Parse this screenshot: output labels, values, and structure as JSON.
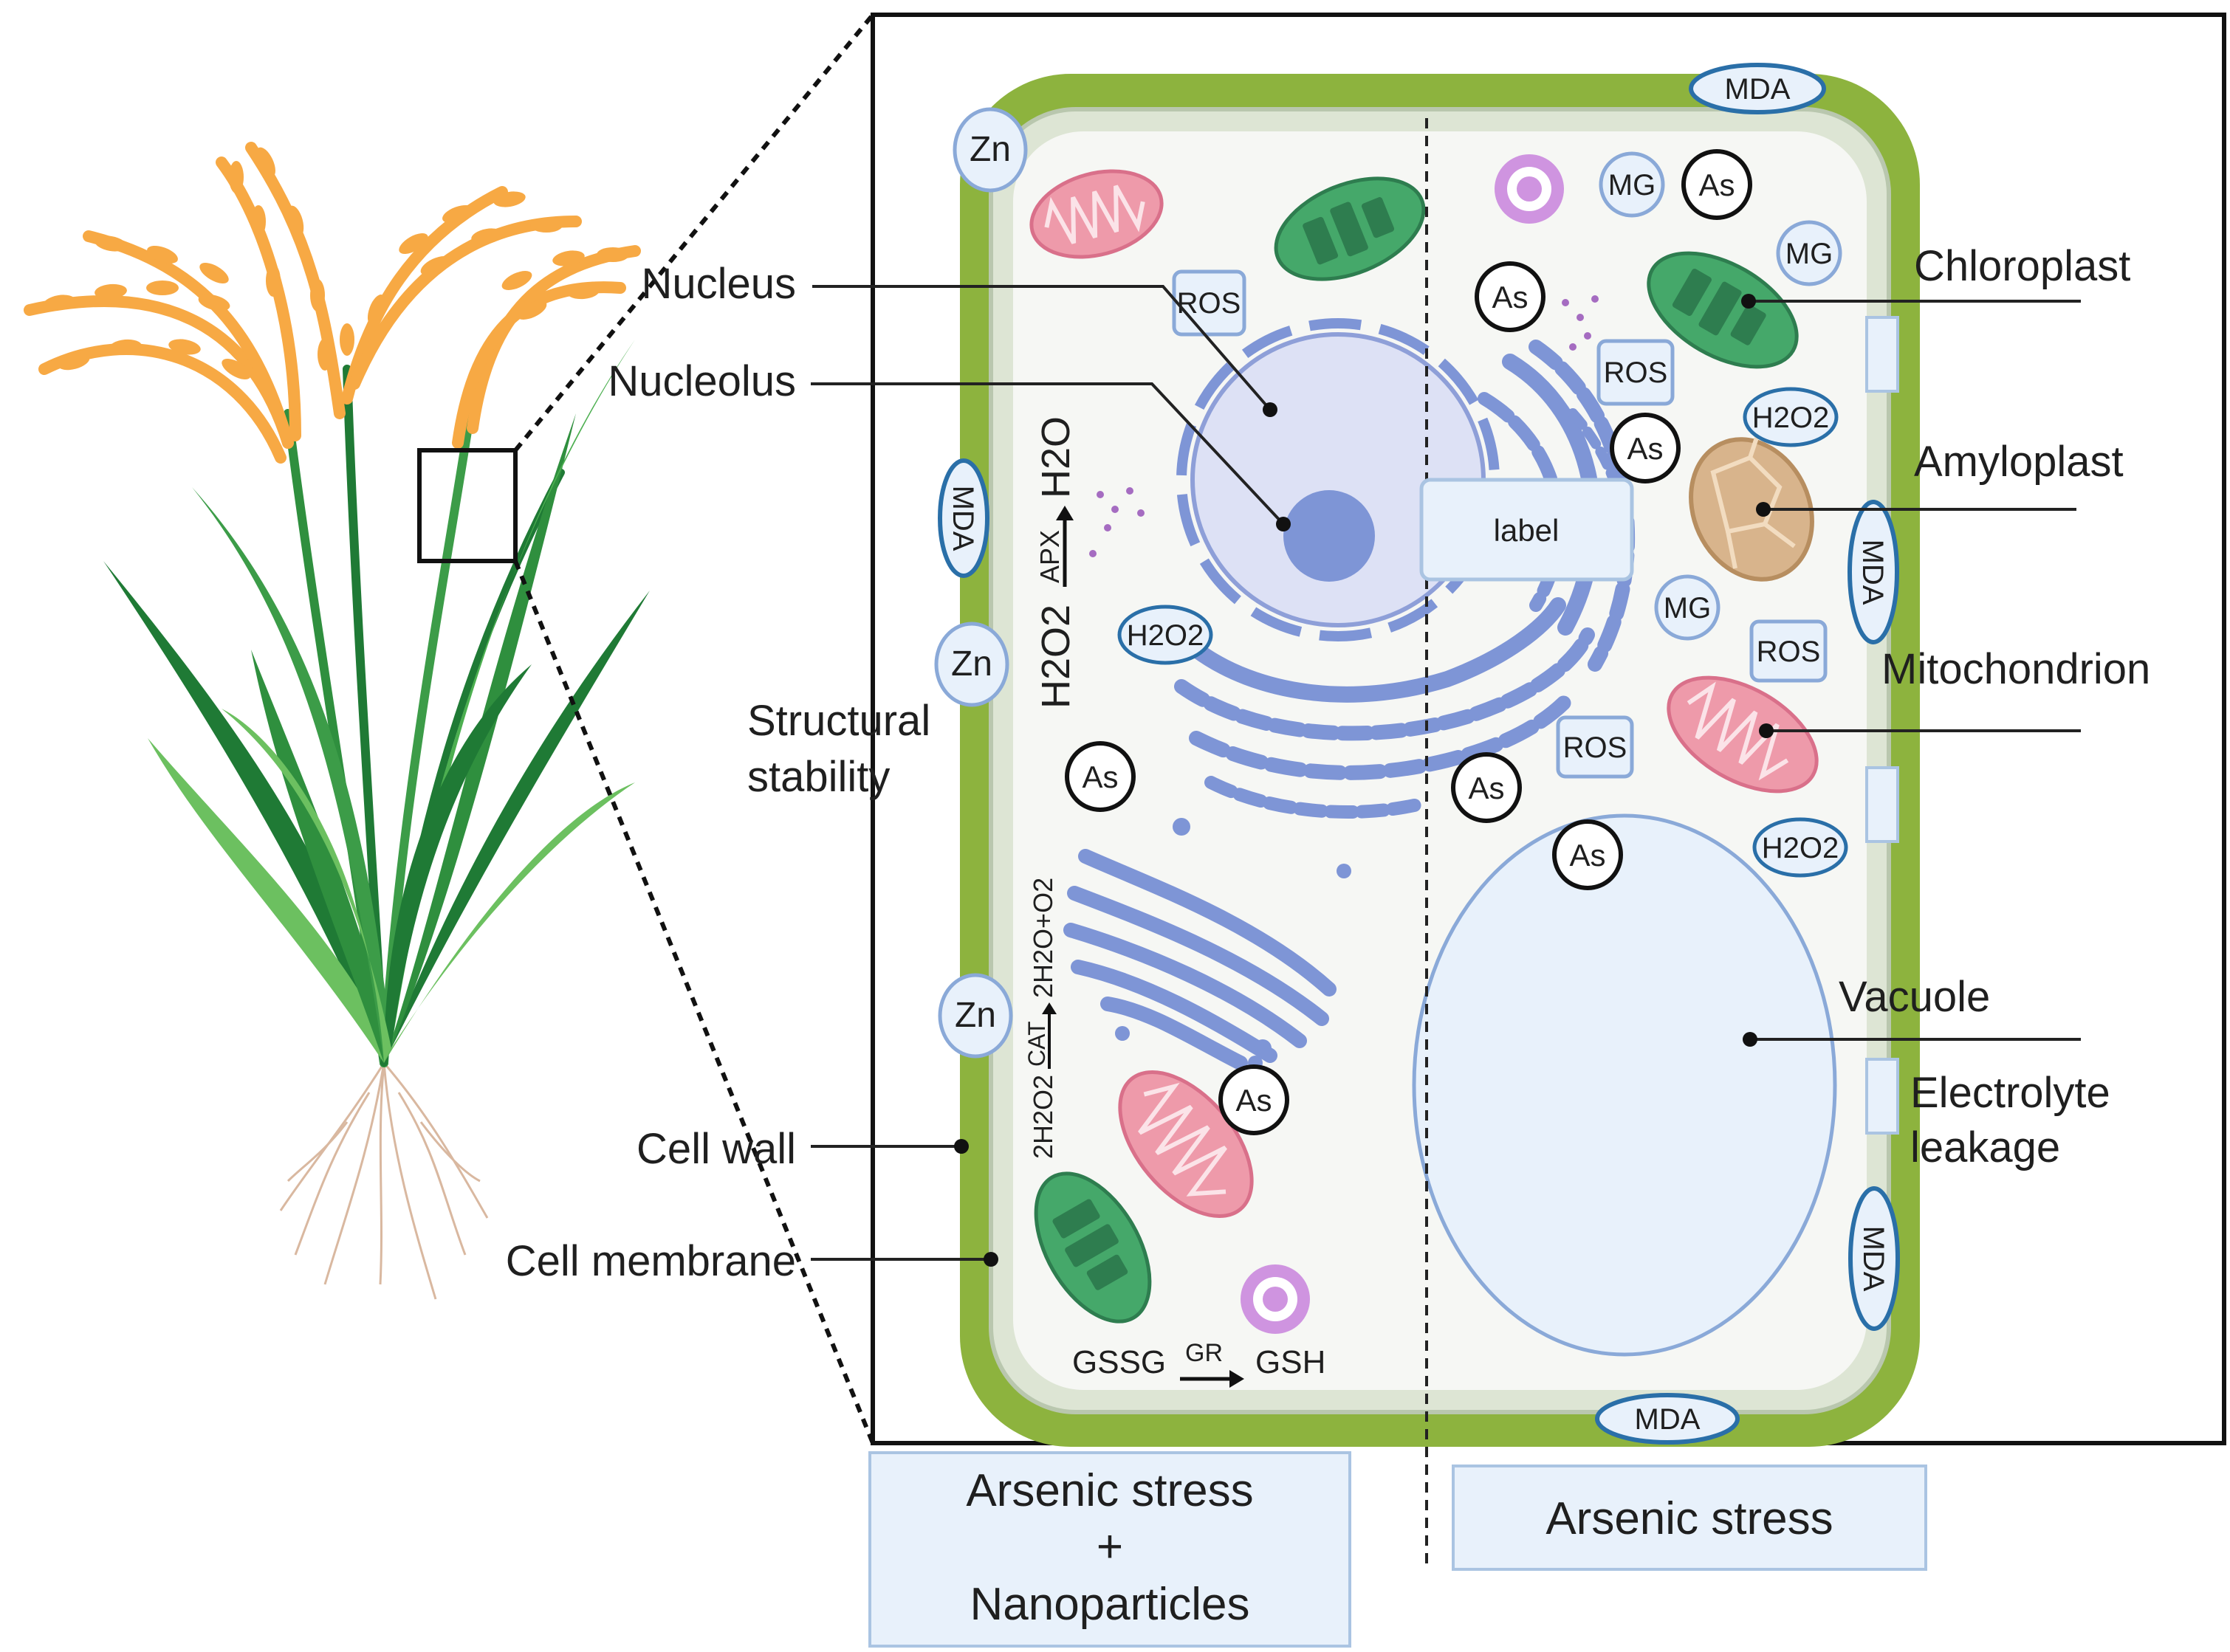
{
  "labels": {
    "nucleus": "Nucleus",
    "nucleolus": "Nucleolus",
    "structural_stability_1": "Structural",
    "structural_stability_2": "stability",
    "cell_wall": "Cell wall",
    "cell_membrane": "Cell membrane",
    "chloroplast": "Chloroplast",
    "amyloplast": "Amyloplast",
    "mitochondrion": "Mitochondrion",
    "vacuole": "Vacuole",
    "electrolyte_1": "Electrolyte",
    "electrolyte_2": "leakage",
    "center_label": "label"
  },
  "reactions": {
    "apx_from": "H2O2",
    "apx_enzyme": "APX",
    "apx_to": "H2O",
    "cat_from": "2H2O2",
    "cat_enzyme": "CAT",
    "cat_to": "2H2O+O2",
    "gr_from": "GSSG",
    "gr_enzyme": "GR",
    "gr_to": "GSH"
  },
  "badges": {
    "zn": "Zn",
    "mda": "MDA",
    "as": "As",
    "mg": "MG",
    "ros": "ROS",
    "h2o2": "H2O2"
  },
  "captions": {
    "left_line1": "Arsenic stress",
    "left_line2": "+",
    "left_line3": "Nanoparticles",
    "right": "Arsenic stress"
  },
  "colors": {
    "cell_wall": "#8db33e",
    "membrane": "#dde5d4",
    "cytoplasm": "#f6f7f4",
    "nucleus": "#dde1f5",
    "er": "#7e95d6",
    "chloroplast": "#45a86a",
    "mitochondrion": "#ee9aaa",
    "amyloplast": "#d8b48c",
    "vacuole": "#e8f1fb",
    "grain": "#f7a944",
    "leaf_dark": "#1f7a35",
    "leaf_light": "#6cc060"
  }
}
